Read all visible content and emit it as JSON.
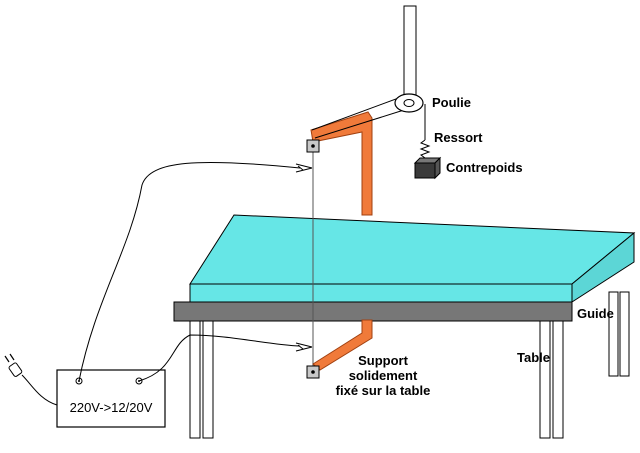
{
  "labels": {
    "pulley": "Poulie",
    "spring": "Ressort",
    "counterweight": "Contrepoids",
    "guide": "Guide",
    "table": "Table",
    "support_line1": "Support",
    "support_line2": "solidement",
    "support_line3": "fixé sur la table",
    "transformer": "220V->12/20V"
  },
  "colors": {
    "table_top": "#66e6e6",
    "table_side": "#5cd6d6",
    "guide_bar": "#777777",
    "support_arm": "#f07a3a",
    "post": "#ffffff",
    "outline": "#000000"
  },
  "icons": [
    "pulley-icon",
    "spring-icon",
    "counterweight-icon",
    "plug-icon",
    "clamp-icon",
    "wire-cutter-icon"
  ]
}
